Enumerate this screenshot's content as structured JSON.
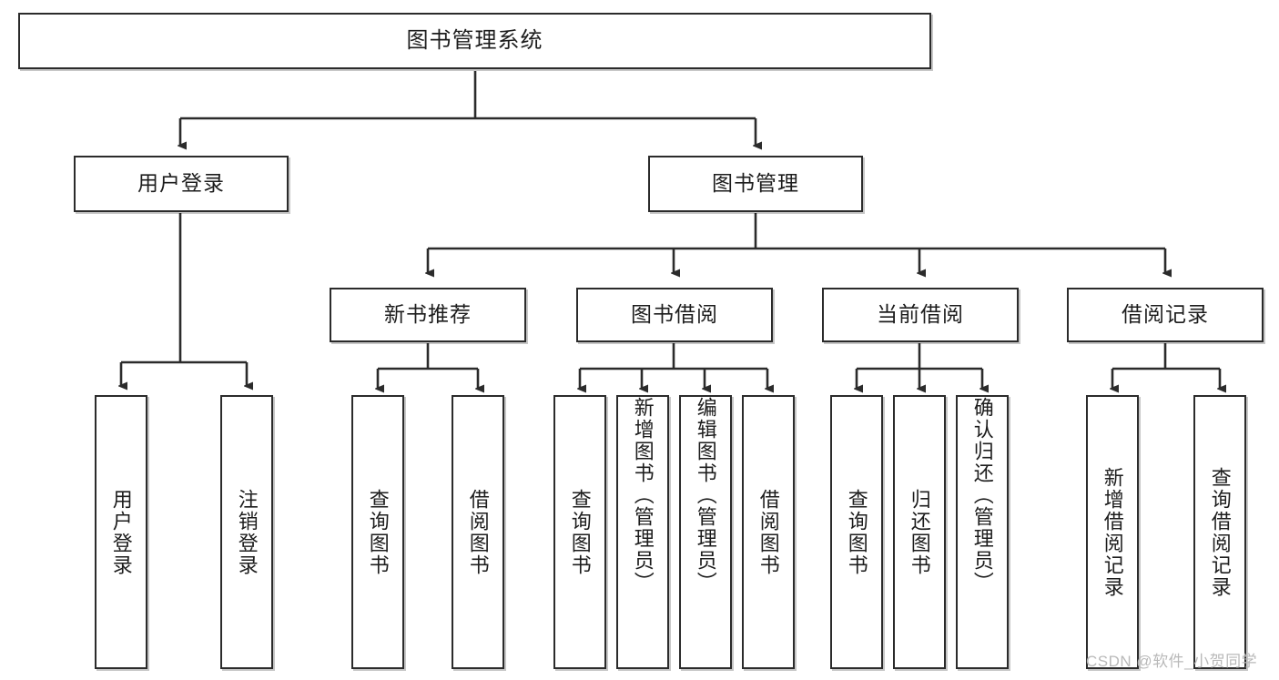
{
  "diagram": {
    "title": "图书管理系统",
    "type": "hierarchy-tree",
    "root": {
      "label": "图书管理系统"
    },
    "level2": [
      {
        "label": "用户登录"
      },
      {
        "label": "图书管理"
      }
    ],
    "level3": [
      {
        "label": "新书推荐"
      },
      {
        "label": "图书借阅"
      },
      {
        "label": "当前借阅"
      },
      {
        "label": "借阅记录"
      }
    ],
    "leaves": {
      "user_login": [
        {
          "label": "用户登录"
        },
        {
          "label": "注销登录"
        }
      ],
      "new_book_recommend": [
        {
          "label": "查询图书"
        },
        {
          "label": "借阅图书"
        }
      ],
      "book_borrow": [
        {
          "label": "查询图书"
        },
        {
          "label": "新增图书（管理员）"
        },
        {
          "label": "编辑图书（管理员）"
        },
        {
          "label": "借阅图书"
        }
      ],
      "current_borrow": [
        {
          "label": "查询图书"
        },
        {
          "label": "归还图书"
        },
        {
          "label": "确认归还（管理员）"
        }
      ],
      "borrow_record": [
        {
          "label": "新增借阅记录"
        },
        {
          "label": "查询借阅记录"
        }
      ]
    },
    "watermark": "CSDN @软件_小贺同学",
    "colors": {
      "border": "#2b2b2b",
      "text": "#1d1d1d",
      "background": "#ffffff",
      "watermark": "#b9b9b9"
    }
  }
}
